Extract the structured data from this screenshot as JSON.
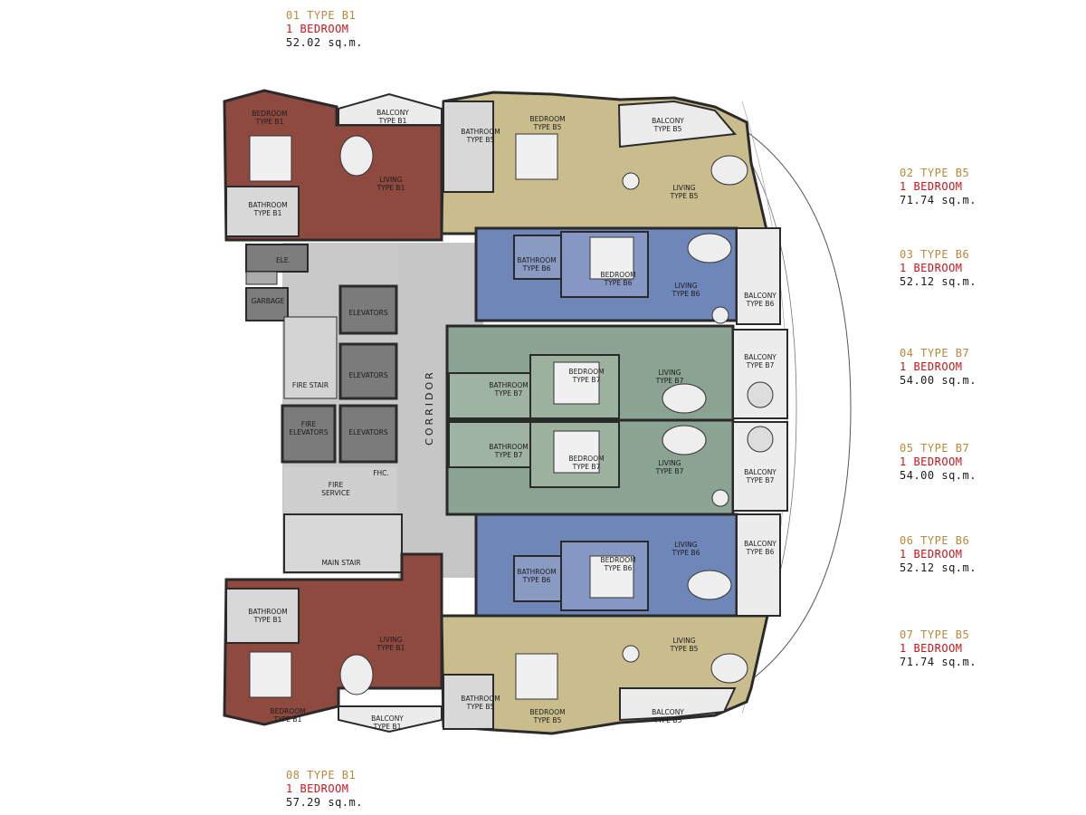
{
  "units": [
    {
      "id": "01",
      "type": "01 TYPE B1",
      "bed": "1 BEDROOM",
      "area": "52.02 sq.m."
    },
    {
      "id": "02",
      "type": "02 TYPE B5",
      "bed": "1 BEDROOM",
      "area": "71.74 sq.m."
    },
    {
      "id": "03",
      "type": "03 TYPE B6",
      "bed": "1 BEDROOM",
      "area": "52.12 sq.m."
    },
    {
      "id": "04",
      "type": "04 TYPE B7",
      "bed": "1 BEDROOM",
      "area": "54.00 sq.m."
    },
    {
      "id": "05",
      "type": "05 TYPE B7",
      "bed": "1 BEDROOM",
      "area": "54.00 sq.m."
    },
    {
      "id": "06",
      "type": "06 TYPE B6",
      "bed": "1 BEDROOM",
      "area": "52.12 sq.m."
    },
    {
      "id": "07",
      "type": "07 TYPE B5",
      "bed": "1 BEDROOM",
      "area": "71.74 sq.m."
    },
    {
      "id": "08",
      "type": "08 TYPE B1",
      "bed": "1 BEDROOM",
      "area": "57.29 sq.m."
    }
  ],
  "rooms": {
    "u1_bedroom": [
      "BEDROOM",
      "TYPE B1"
    ],
    "u1_living": [
      "LIVING",
      "TYPE B1"
    ],
    "u1_bath": [
      "BATHROOM",
      "TYPE B1"
    ],
    "u1_balcony": [
      "BALCONY",
      "TYPE B1"
    ],
    "u2_bedroom": [
      "BEDROOM",
      "TYPE B5"
    ],
    "u2_bath": [
      "BATHROOM",
      "TYPE B5"
    ],
    "u2_living": [
      "LIVING",
      "TYPE B5"
    ],
    "u2_balcony": [
      "BALCONY",
      "TYPE B5"
    ],
    "u3_bath": [
      "BATHROOM",
      "TYPE B6"
    ],
    "u3_bedroom": [
      "BEDROOM",
      "TYPE B6"
    ],
    "u3_living": [
      "LIVING",
      "TYPE B6"
    ],
    "u3_balcony": [
      "BALCONY",
      "TYPE B6"
    ],
    "u4_bath": [
      "BATHROOM",
      "TYPE B7"
    ],
    "u4_bedroom": [
      "BEDROOM",
      "TYPE B7"
    ],
    "u4_living": [
      "LIVING",
      "TYPE B7"
    ],
    "u4_balcony": [
      "BALCONY",
      "TYPE B7"
    ],
    "u5_bath": [
      "BATHROOM",
      "TYPE B7"
    ],
    "u5_bedroom": [
      "BEDROOM",
      "TYPE B7"
    ],
    "u5_living": [
      "LIVING",
      "TYPE B7"
    ],
    "u5_balcony": [
      "BALCONY",
      "TYPE B7"
    ],
    "u6_bath": [
      "BATHROOM",
      "TYPE B6"
    ],
    "u6_bedroom": [
      "BEDROOM",
      "TYPE B6"
    ],
    "u6_living": [
      "LIVING",
      "TYPE B6"
    ],
    "u6_balcony": [
      "BALCONY",
      "TYPE B6"
    ],
    "u7_bath": [
      "BATHROOM",
      "TYPE B5"
    ],
    "u7_bedroom": [
      "BEDROOM",
      "TYPE B5"
    ],
    "u7_living": [
      "LIVING",
      "TYPE B5"
    ],
    "u7_balcony": [
      "BALCONY",
      "TYPE B5"
    ],
    "u8_bath": [
      "BATHROOM",
      "TYPE B1"
    ],
    "u8_living": [
      "LIVING",
      "TYPE B1"
    ],
    "u8_bedroom": [
      "BEDROOM",
      "TYPE B1"
    ],
    "u8_balcony": [
      "BALCONY",
      "TYPE B1"
    ]
  },
  "core": {
    "ele": "ELE.",
    "garbage": "GARBAGE",
    "elevators": "ELEVATORS",
    "fire_stair": "FIRE STAIR",
    "fire_elevators": [
      "FIRE",
      "ELEVATORS"
    ],
    "fhc": "FHC.",
    "fire_service": [
      "FIRE",
      "SERVICE"
    ],
    "main_stair": "MAIN STAIR",
    "corridor": "CORRIDOR"
  },
  "colors": {
    "b1": "#8f4a40",
    "b5": "#c9bd8d",
    "b6": "#6f87b8",
    "b7": "#8aa392",
    "core": "#c9c9c9",
    "service": "#7d7d7d",
    "balcony": "#ececec",
    "wall": "#2a2a2a",
    "legend_type": "#b8893a",
    "legend_bed": "#c9141b"
  }
}
